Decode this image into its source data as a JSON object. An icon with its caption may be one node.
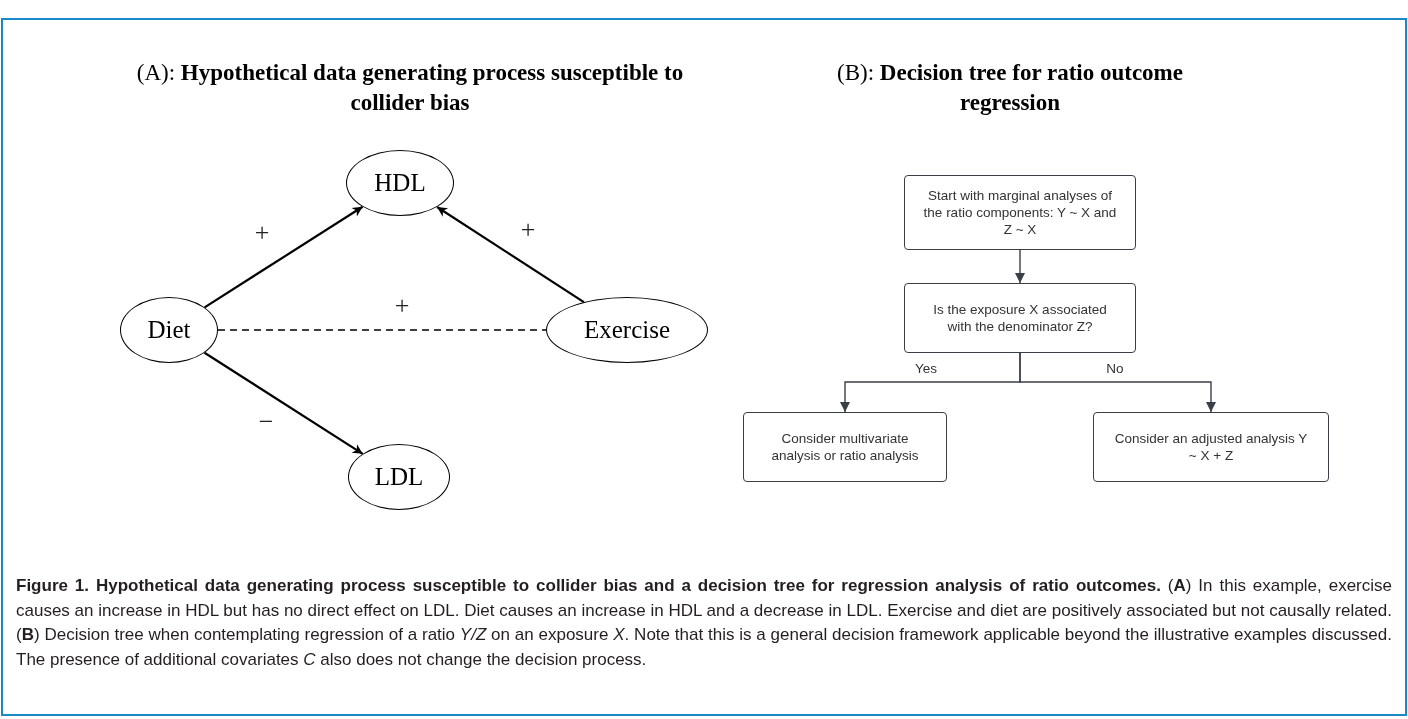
{
  "diagram": {
    "caption": "**Figure 1. Hypothetical data generating process susceptible to collider bias and a decision tree for regression analysis of ratio outcomes.** (**A**) In this example, exercise causes an increase in HDL but has no direct effect on LDL. Diet causes an increase in HDL and a decrease in LDL. Exercise and diet are positively associated but not causally related. (**B**) Decision tree when contemplating regression of a ratio *Y/Z* on an exposure *X*. Note that this is a general decision framework applicable beyond the illustrative examples discussed. The presence of additional covariates *C* also does not change the decision process.",
    "nodes": [
      {
        "text": [
          "HDL"
        ]
      },
      {
        "text": [
          "Diet"
        ]
      },
      {
        "text": [
          "Exercise"
        ]
      },
      {
        "text": [
          "LDL"
        ]
      },
      {
        "text": [
          "Start with marginal analyses of the ratio components: Y ~ X and Z ~ X"
        ]
      },
      {
        "text": [
          "Is the exposure X associated with the denominator Z?"
        ]
      },
      {
        "text": [
          "Consider multivariate analysis or ratio analysis"
        ]
      },
      {
        "text": [
          "Consider an adjusted analysis Y ~ X + Z"
        ]
      }
    ],
    "edges": [
      {
        "from": 1,
        "to": 0,
        "arrow": "to",
        "label": "+"
      },
      {
        "from": 2,
        "to": 0,
        "arrow": "to",
        "label": "+"
      },
      {
        "from": 1,
        "to": 2,
        "arrow": "none",
        "label": "+",
        "style": "dashed"
      },
      {
        "from": 1,
        "to": 3,
        "arrow": "to",
        "label": "−"
      },
      {
        "from": 4,
        "to": 5,
        "arrow": "to"
      },
      {
        "from": 5,
        "to": 6,
        "arrow": "to",
        "label": "Yes"
      },
      {
        "from": 5,
        "to": 7,
        "arrow": "to",
        "label": "No"
      }
    ],
    "labels": [
      "(A): **Hypothetical data generating process susceptible to collider bias**",
      "(B): **Decision tree for ratio outcome regression**"
    ]
  }
}
